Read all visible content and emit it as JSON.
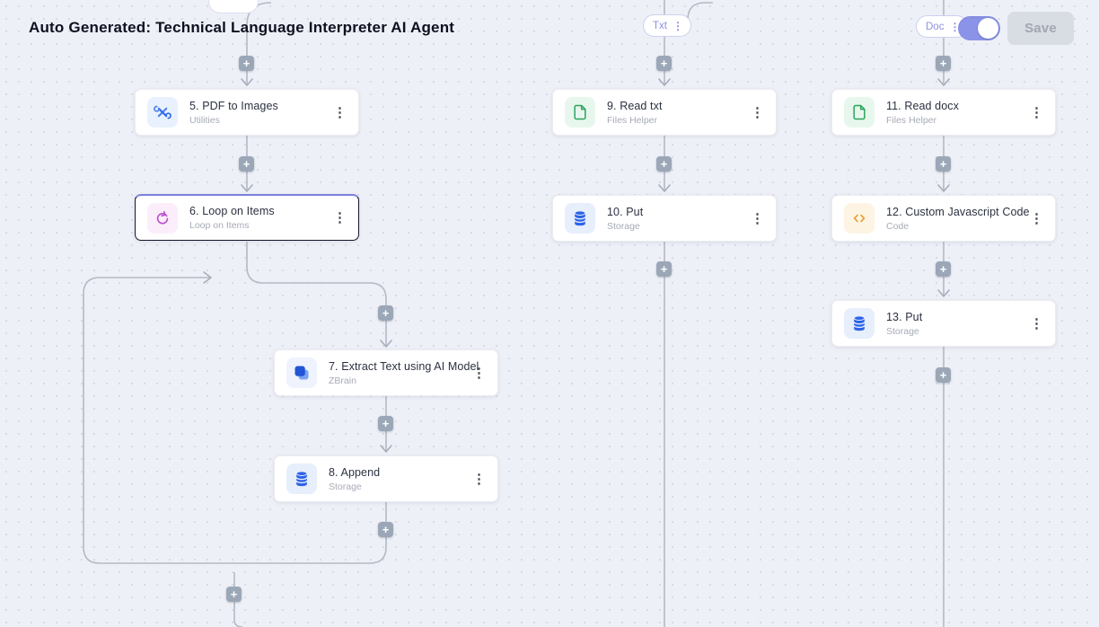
{
  "header": {
    "title": "Auto Generated: Technical Language Interpreter AI Agent"
  },
  "toolbar": {
    "save_label": "Save",
    "txt_pill": {
      "label": "Txt"
    },
    "doc_pill": {
      "label": "Doc",
      "toggle_on": true
    }
  },
  "glyphs": {
    "plus": "+",
    "kebab": "⋮"
  },
  "colors": {
    "canvas_bg": "#eef0f7",
    "edge": "#b3bac6",
    "accent_periwinkle": "#8b93e8",
    "selected_border": "#15152e",
    "plus_button": "#9ba7b7",
    "node_blue": "#2d63e8",
    "node_green": "#2aa45a",
    "node_purple": "#bb4fd0",
    "node_orange": "#e3a43b"
  },
  "nodes": [
    {
      "id": 5,
      "title": "5. PDF to Images",
      "subtitle": "Utilities",
      "icon": "tools-icon",
      "selected": false
    },
    {
      "id": 6,
      "title": "6. Loop on Items",
      "subtitle": "Loop on Items",
      "icon": "loop-icon",
      "selected": true
    },
    {
      "id": 7,
      "title": "7. Extract Text using AI Model",
      "subtitle": "ZBrain",
      "icon": "overlapping-squares-icon",
      "selected": false
    },
    {
      "id": 8,
      "title": "8. Append",
      "subtitle": "Storage",
      "icon": "database-icon",
      "selected": false
    },
    {
      "id": 9,
      "title": "9. Read txt",
      "subtitle": "Files Helper",
      "icon": "file-icon",
      "selected": false
    },
    {
      "id": 10,
      "title": "10. Put",
      "subtitle": "Storage",
      "icon": "database-icon",
      "selected": false
    },
    {
      "id": 11,
      "title": "11. Read docx",
      "subtitle": "Files Helper",
      "icon": "file-icon",
      "selected": false
    },
    {
      "id": 12,
      "title": "12. Custom Javascript Code",
      "subtitle": "Code",
      "icon": "code-icon",
      "selected": false
    },
    {
      "id": 13,
      "title": "13. Put",
      "subtitle": "Storage",
      "icon": "database-icon",
      "selected": false
    }
  ]
}
